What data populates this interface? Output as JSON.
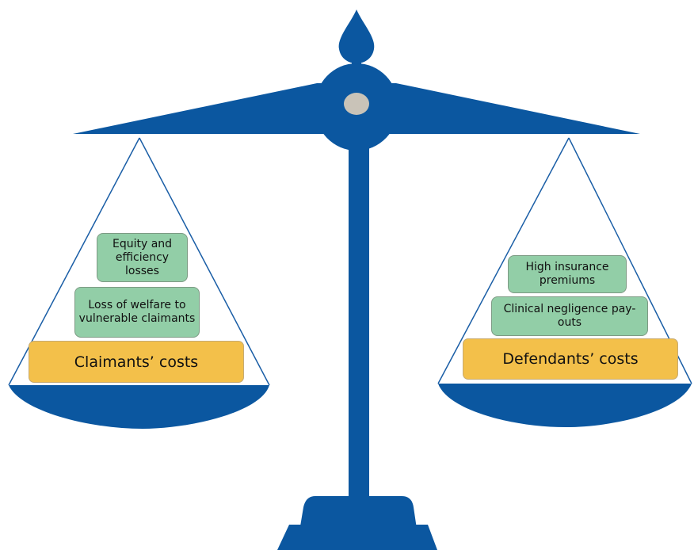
{
  "colors": {
    "scale": "#0b57a0",
    "pivot": "#c9c3b8",
    "cost_box": "#f3c04a",
    "factor_box": "#92cea7"
  },
  "left_pan": {
    "base_label": "Claimants’ costs",
    "stack": [
      {
        "label": "Equity and efficiency losses"
      },
      {
        "label": "Loss of welfare to vulnerable claimants"
      }
    ]
  },
  "right_pan": {
    "base_label": "Defendants’ costs",
    "stack": [
      {
        "label": "High insurance premiums"
      },
      {
        "label": "Clinical negligence pay-outs"
      }
    ]
  }
}
